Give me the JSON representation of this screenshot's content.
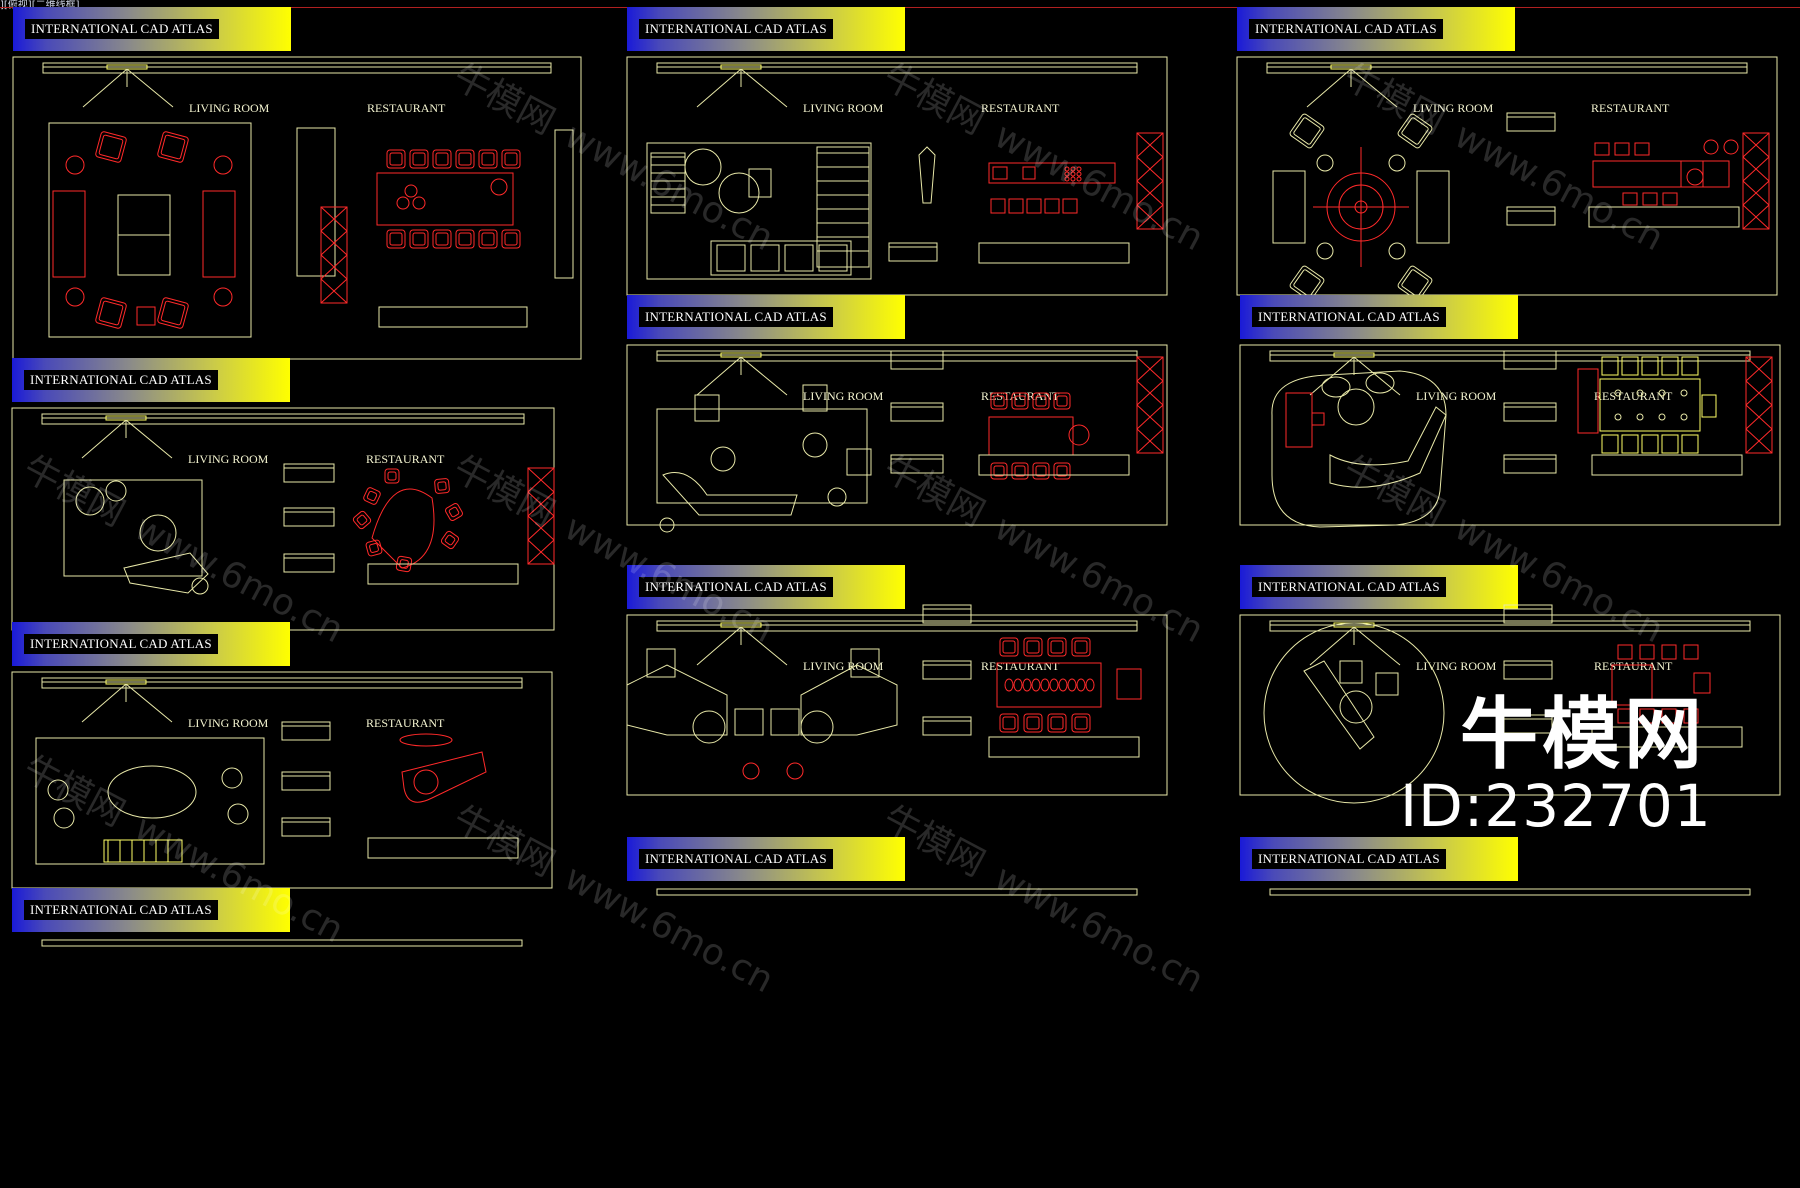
{
  "viewport_label": "][俯视][二维线框]",
  "banner_text": "INTERNATIONAL CAD ATLAS",
  "room_labels": {
    "living": "LIVING ROOM",
    "restaurant": "RESTAURANT"
  },
  "watermark_text": "www.6mo.cn",
  "watermark_cn": "牛模网",
  "brand": {
    "name": "牛模网",
    "id": "ID:232701"
  },
  "colors": {
    "line": "#e6e6b0",
    "red": "#ff2a2a",
    "yellow": "#ffff66",
    "blue": "#1a1ad8"
  },
  "sheets": [
    {
      "id": "col1-row1",
      "variant": "table-square"
    },
    {
      "id": "col1-row2",
      "variant": "round-cluster"
    },
    {
      "id": "col1-row3",
      "variant": "oval-lounge"
    },
    {
      "id": "col1-row4",
      "variant": "partial"
    },
    {
      "id": "col2-row1",
      "variant": "kitchen-stairs"
    },
    {
      "id": "col2-row2",
      "variant": "long-table"
    },
    {
      "id": "col2-row3",
      "variant": "corner-sofa"
    },
    {
      "id": "col2-row4",
      "variant": "partial"
    },
    {
      "id": "col3-row1",
      "variant": "radial"
    },
    {
      "id": "col3-row2",
      "variant": "curved-sofa"
    },
    {
      "id": "col3-row3",
      "variant": "circle-room"
    },
    {
      "id": "col3-row4",
      "variant": "partial"
    }
  ]
}
